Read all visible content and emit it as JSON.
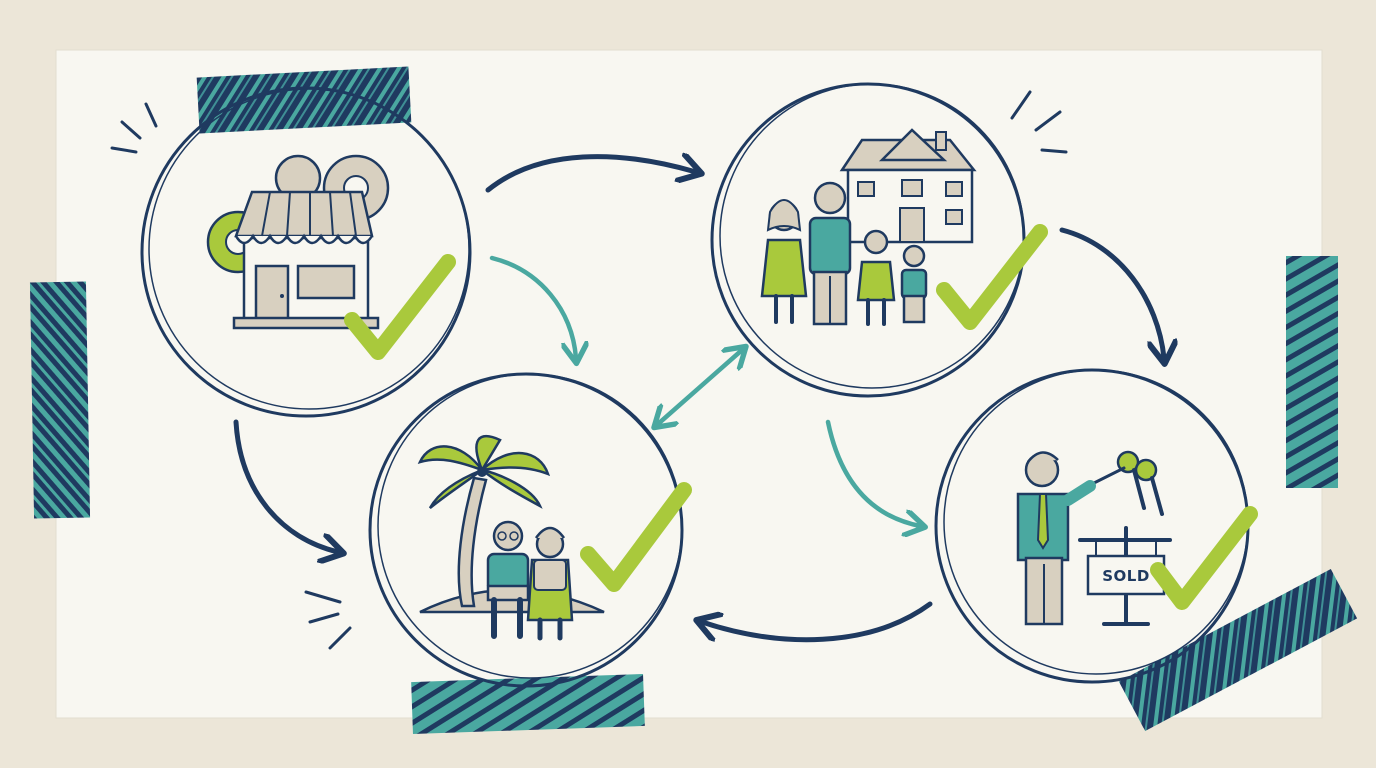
{
  "colors": {
    "navy": "#1f3a60",
    "teal": "#4aa8a0",
    "lime": "#a9c93c",
    "beige": "#d8d0c0",
    "paper": "#f8f7f1",
    "background": "#ece6d8"
  },
  "diagram": {
    "nodes": [
      {
        "id": "business",
        "icon": "storefront-with-gears-icon",
        "status": "check-icon"
      },
      {
        "id": "family",
        "icon": "family-and-house-icon",
        "status": "check-icon"
      },
      {
        "id": "retirement",
        "icon": "retired-couple-palm-tree-icon",
        "status": "check-icon"
      },
      {
        "id": "sale",
        "icon": "agent-with-keys-and-sold-sign-icon",
        "status": "check-icon"
      }
    ],
    "edges": [
      {
        "from": "business",
        "to": "family",
        "style": "navy"
      },
      {
        "from": "family",
        "to": "sale",
        "style": "navy"
      },
      {
        "from": "sale",
        "to": "retirement",
        "style": "navy"
      },
      {
        "from": "business",
        "to": "retirement",
        "style": "navy"
      },
      {
        "from": "business",
        "to": "retirement",
        "style": "teal"
      },
      {
        "from": "retirement",
        "to": "family",
        "style": "teal",
        "bidirectional": true
      },
      {
        "from": "family",
        "to": "sale",
        "style": "teal"
      }
    ],
    "sign_text": "SOLD"
  }
}
